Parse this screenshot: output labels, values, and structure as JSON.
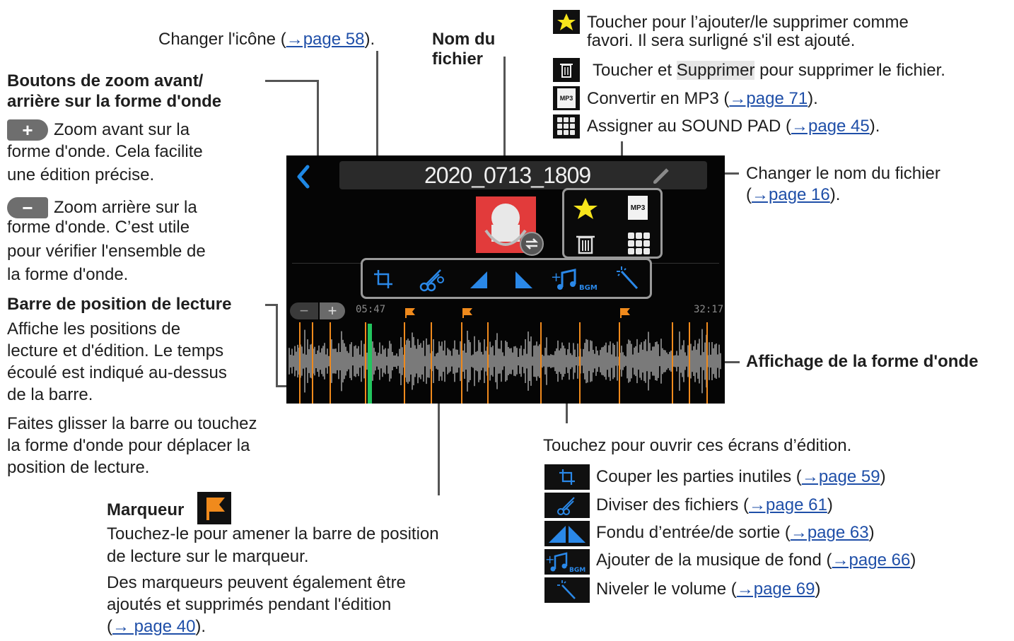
{
  "screen": {
    "filename": "2020_0713_1809",
    "time_elapsed": "05:47",
    "time_total": "32:17",
    "markers": [
      0.27,
      0.4,
      0.76
    ],
    "playhead": 0.19,
    "colors": {
      "accent": "#1e88e5",
      "marker": "#f08a1c",
      "playhead": "#22c55e",
      "icon_bg": "#e23b3b"
    }
  },
  "top_left": {
    "change_icon_pre": "Changer l'icône (",
    "change_icon_link": "→page 58",
    "change_icon_post": ").",
    "filename_label_1": "Nom du",
    "filename_label_2": "fichier"
  },
  "top_right": {
    "fav_1": "Toucher pour l’ajouter/le supprimer comme",
    "fav_2": "favori. Il sera surligné s'il est ajouté.",
    "del_pre": "Toucher et ",
    "del_hl": "Supprimer",
    "del_post": " pour supprimer le fichier.",
    "mp3_pre": "Convertir en MP3 (",
    "mp3_link": "→page 71",
    "mp3_post": ").",
    "pad_pre": "Assigner au SOUND PAD (",
    "pad_link": "→page 45",
    "pad_post": ").",
    "mp3_icon_text": "MP3"
  },
  "rename": {
    "line1": "Changer le nom du fichier",
    "pre": "(",
    "link": "→page 16",
    "post": ")."
  },
  "zoom": {
    "title_1": "Boutons de zoom avant/",
    "title_2": "arrière sur la forme d'onde",
    "plus_1": "Zoom avant sur la",
    "plus_2": "forme d'onde. Cela facilite",
    "plus_3": "une édition précise.",
    "minus_1": "Zoom arrière sur la",
    "minus_2": "forme d'onde. C’est utile",
    "minus_3": "pour vérifier l'ensemble de",
    "minus_4": "la forme d'onde."
  },
  "playbar": {
    "title": "Barre de position de lecture",
    "l1": "Affiche les positions de",
    "l2": "lecture et d'édition. Le temps",
    "l3": "écoulé est indiqué au-dessus",
    "l4": "de la barre.",
    "l5": "Faites glisser la barre ou touchez",
    "l6": "la forme d'onde pour déplacer la",
    "l7": "position de lecture."
  },
  "waveform_label": "Affichage de la forme d'onde",
  "marker": {
    "title": "Marqueur",
    "l1": "Touchez-le pour amener la barre de position",
    "l2": "de lecture sur le marqueur.",
    "l3": "Des marqueurs peuvent également être",
    "l4": "ajoutés et supprimés pendant l'édition",
    "l5_pre": "(",
    "l5_link": "→ page 40",
    "l5_post": ")."
  },
  "edit": {
    "intro": "Touchez pour ouvrir ces écrans d’édition.",
    "items": [
      {
        "pre": "Couper les parties inutiles (",
        "link": "→page 59",
        "post": ")"
      },
      {
        "pre": "Diviser des fichiers (",
        "link": "→page 61",
        "post": ")"
      },
      {
        "pre": "Fondu d’entrée/de sortie (",
        "link": "→page 63",
        "post": ")"
      },
      {
        "pre": "Ajouter de la musique de fond (",
        "link": "→page 66",
        "post": ")"
      },
      {
        "pre": "Niveler le volume (",
        "link": "→page 69",
        "post": ")"
      }
    ],
    "bgm_text": "BGM"
  }
}
